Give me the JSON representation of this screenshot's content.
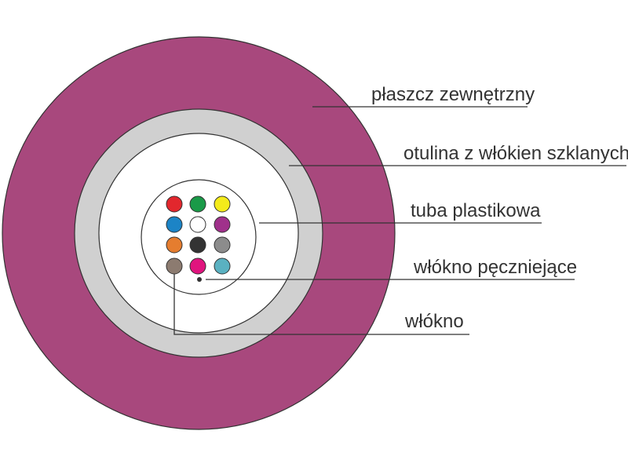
{
  "colors": {
    "outer_sheath": "#a8487d",
    "glass_yarn": "#d0d0d0",
    "gel": "#ffffff",
    "tube": "#ffffff",
    "line": "#333333",
    "text": "#333333"
  },
  "fibers": {
    "colors": [
      [
        "#e2272d",
        "#1a9a48",
        "#f4eb1b"
      ],
      [
        "#1c84c6",
        "#ffffff",
        "#a0318b"
      ],
      [
        "#e57d2f",
        "#333333",
        "#8c8c8c"
      ],
      [
        "#8c7b70",
        "#e0147e",
        "#5ab1c1"
      ]
    ]
  },
  "labels": {
    "outer_sheath": "płaszcz zewnętrzny",
    "glass_yarn": "otulina z włókien szklanych",
    "tube": "tuba plastikowa",
    "swelling_fiber": "włókno pęczniejące",
    "fiber": "włókno"
  }
}
